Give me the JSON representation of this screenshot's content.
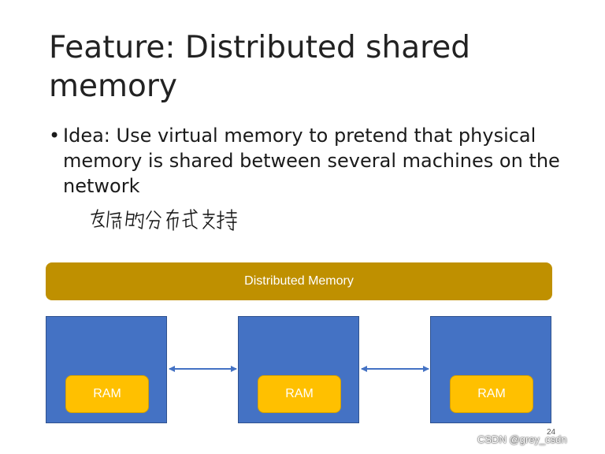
{
  "slide": {
    "title": "Feature: Distributed shared memory",
    "bullets": [
      "Idea: Use virtual memory to pretend that physical memory is shared between several machines on the network"
    ],
    "handwritten_note": "存储的分布式支持",
    "page_number": "24"
  },
  "diagram": {
    "bar_label": "Distributed Memory",
    "machines": [
      {
        "ram_label": "RAM"
      },
      {
        "ram_label": "RAM"
      },
      {
        "ram_label": "RAM"
      }
    ]
  },
  "watermark": "CSDN @grey_csdn",
  "colors": {
    "bar": "#bf9000",
    "machine": "#4472c4",
    "ram": "#ffc000",
    "arrow": "#4472c4"
  }
}
